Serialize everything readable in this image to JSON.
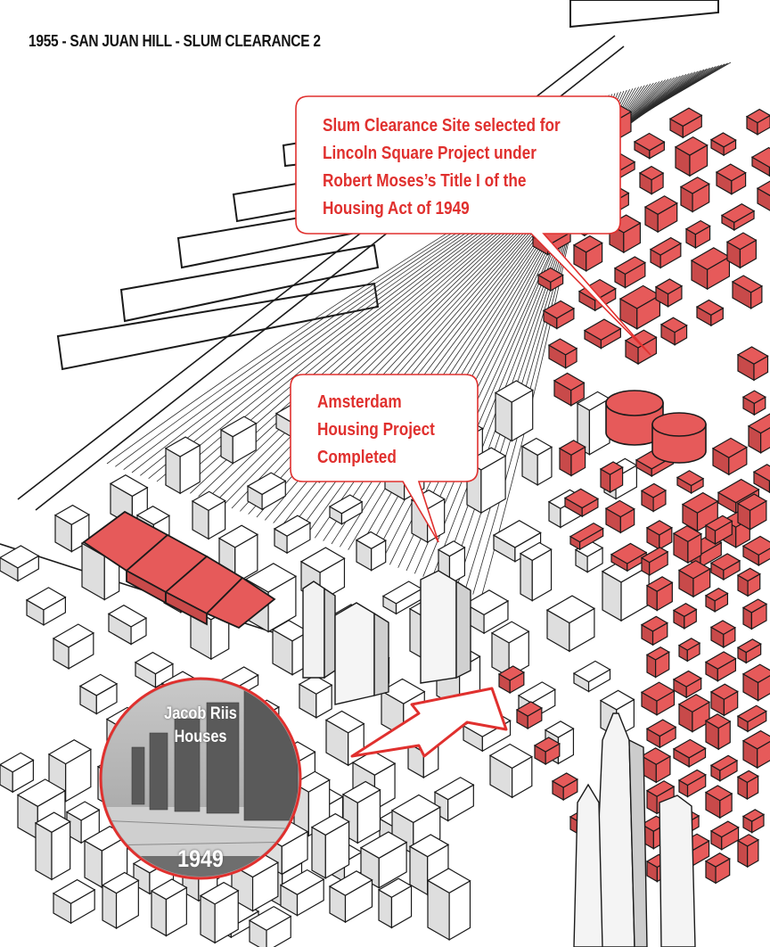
{
  "title": "1955 - SAN JUAN HILL - SLUM CLEARANCE 2",
  "callouts": {
    "lincoln_square": {
      "lines": [
        "Slum Clearance Site selected for",
        "Lincoln Square Project under",
        "Robert Moses’s Title I of the",
        "Housing Act of 1949"
      ]
    },
    "amsterdam": {
      "lines": [
        "Amsterdam",
        "Housing Project",
        "Completed"
      ]
    }
  },
  "inset_photo": {
    "label_line1": "Jacob Riis",
    "label_line2": "Houses",
    "year": "1949"
  },
  "colors": {
    "highlight": "#e65a5a",
    "callout_border": "#e0302e",
    "building_outline": "#1a1a1a",
    "building_fill": "#ffffff",
    "building_shade": "#dedede"
  }
}
